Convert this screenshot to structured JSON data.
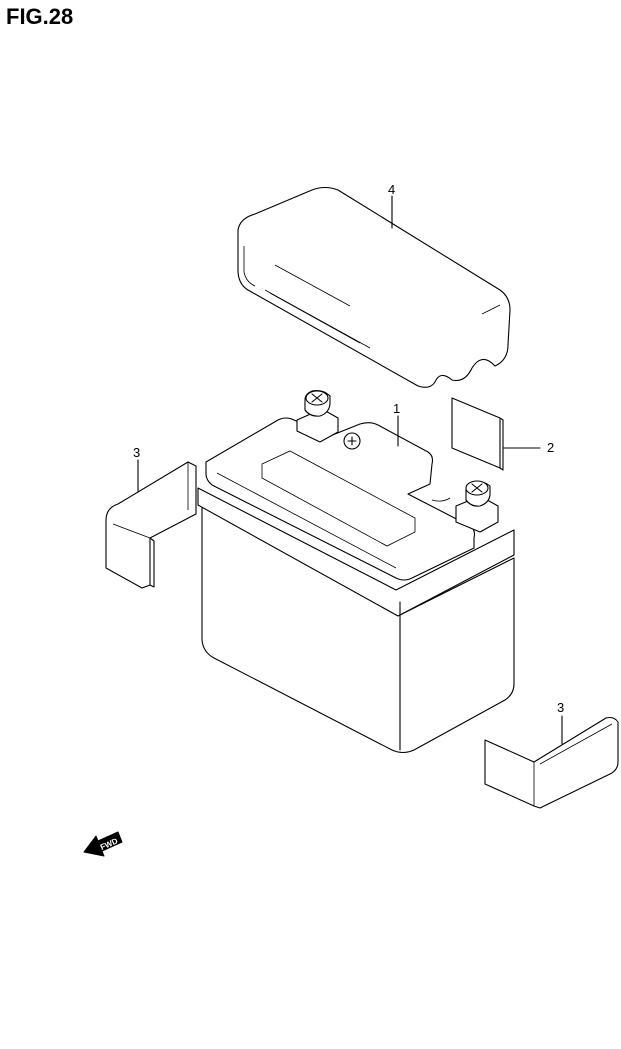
{
  "figure": {
    "title": "FIG.28"
  },
  "callouts": {
    "battery": "1",
    "pad": "2",
    "holder_left": "3",
    "holder_right": "3",
    "cover": "4"
  },
  "fwd_indicator": {
    "label": "FWD"
  }
}
